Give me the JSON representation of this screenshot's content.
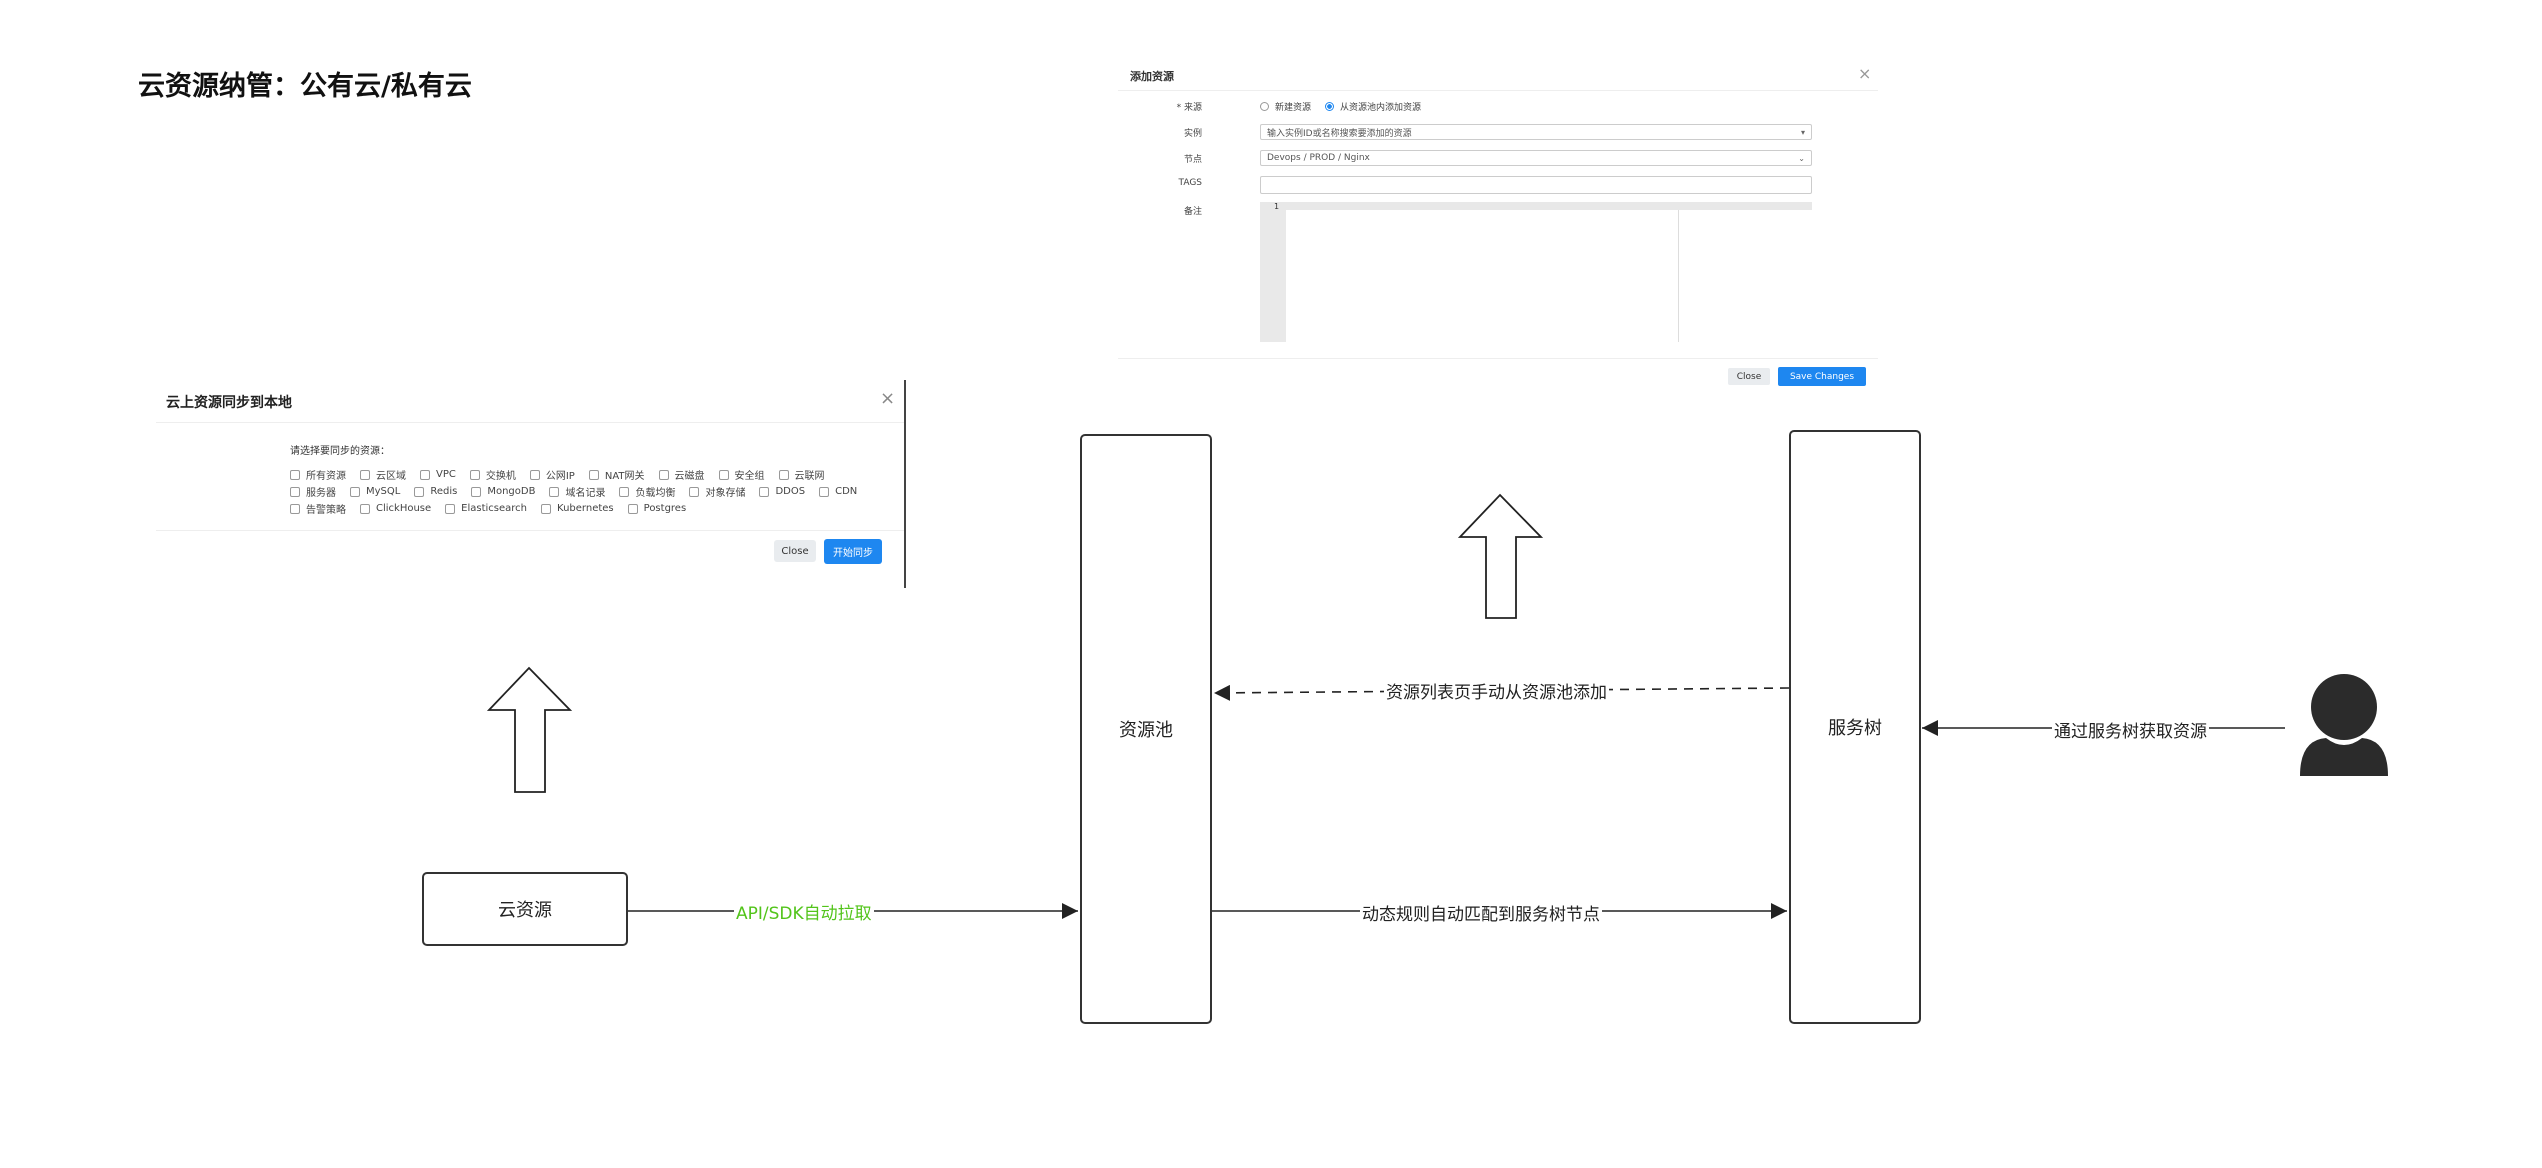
{
  "page_title": "云资源纳管：公有云/私有云",
  "sync_dialog": {
    "title": "云上资源同步到本地",
    "prompt": "请选择要同步的资源：",
    "rows": [
      [
        "所有资源",
        "云区域",
        "VPC",
        "交换机",
        "公网IP",
        "NAT网关",
        "云磁盘",
        "安全组",
        "云联网"
      ],
      [
        "服务器",
        "MySQL",
        "Redis",
        "MongoDB",
        "域名记录",
        "负载均衡",
        "对象存储",
        "DDOS",
        "CDN"
      ],
      [
        "告警策略",
        "ClickHouse",
        "Elasticsearch",
        "Kubernetes",
        "Postgres"
      ]
    ],
    "close_label": "Close",
    "start_label": "开始同步"
  },
  "add_dialog": {
    "title": "添加资源",
    "source_label": "* 来源",
    "source_options": [
      "新建资源",
      "从资源池内添加资源"
    ],
    "source_selected": 1,
    "instance_label": "实例",
    "instance_placeholder": "输入实例ID或名称搜索要添加的资源",
    "node_label": "节点",
    "node_value": "Devops / PROD / Nginx",
    "tags_label": "TAGS",
    "note_label": "备注",
    "line_number": "1",
    "close_label": "Close",
    "save_label": "Save Changes"
  },
  "nodes": {
    "cloud": "云资源",
    "pool": "资源池",
    "tree": "服务树"
  },
  "edges": {
    "api_pull": "API/SDK自动拉取",
    "auto_match": "动态规则自动匹配到服务树节点",
    "manual_add": "资源列表页手动从资源池添加",
    "user_get": "通过服务树获取资源"
  },
  "colors": {
    "accent": "#1e87f0",
    "api_label": "#52c41a",
    "user_icon": "#2b2b2b"
  }
}
